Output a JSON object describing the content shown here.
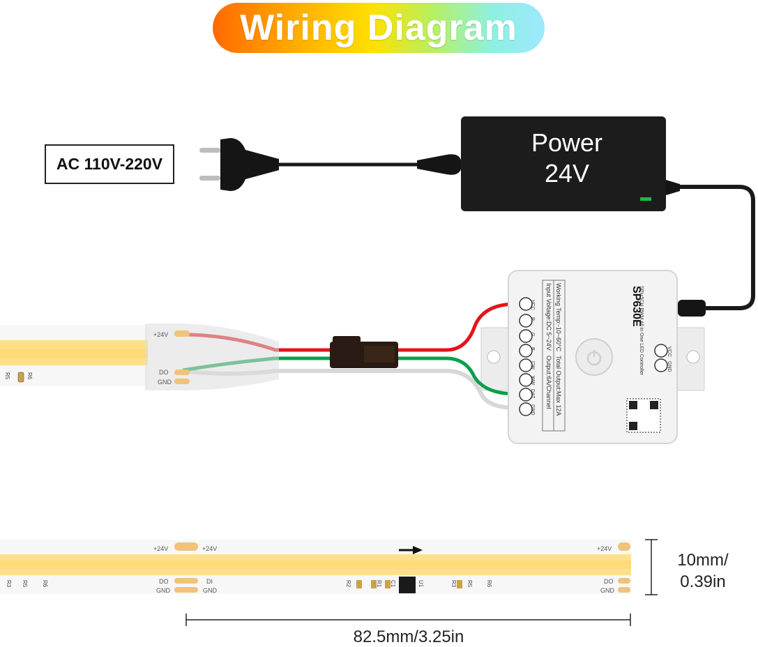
{
  "title": "Wiring Diagram",
  "ac_label": "AC 110V-220V",
  "power": {
    "line1": "Power",
    "line2": "24V"
  },
  "controller": {
    "model": "SP630E",
    "subtitle": "SPI+5CH PWM All in One LED Controller",
    "spec_1": "Input Voltage:DC 5~24V",
    "spec_2": "Working Temp:-10~60°C",
    "spec_3": "Output:6A/Channel",
    "spec_4": "Total Output:Max 12A",
    "pins": [
      "VCC",
      "R",
      "G",
      "B",
      "CW",
      "WW",
      "DAT",
      "GND"
    ],
    "power_pins": [
      "VCC",
      "GND"
    ]
  },
  "strip_top": {
    "pad_plus": "+24V",
    "pad_do": "DO",
    "pad_gnd": "GND",
    "r5": "R5",
    "r6": "R6"
  },
  "strip_bottom": {
    "left_plus": "+24V",
    "right_plus": "+24V",
    "end_plus": "+24V",
    "do_left": "DO",
    "gnd_left": "GND",
    "di": "DI",
    "gnd_mid": "GND",
    "do_end": "DO",
    "gnd_end": "GND",
    "comp": [
      "R3",
      "R5",
      "R6",
      "R2",
      "R1",
      "C1",
      "U1",
      "R3",
      "R5",
      "R6"
    ]
  },
  "dimensions": {
    "width_line1": "10mm/",
    "width_line2": "0.39in",
    "length": "82.5mm/3.25in"
  },
  "colors": {
    "wire_red": "#e0151b",
    "wire_green": "#0aa04a",
    "wire_white": "#d7d7d7",
    "led": "#ffe08a",
    "cable": "#1a1a1a"
  }
}
